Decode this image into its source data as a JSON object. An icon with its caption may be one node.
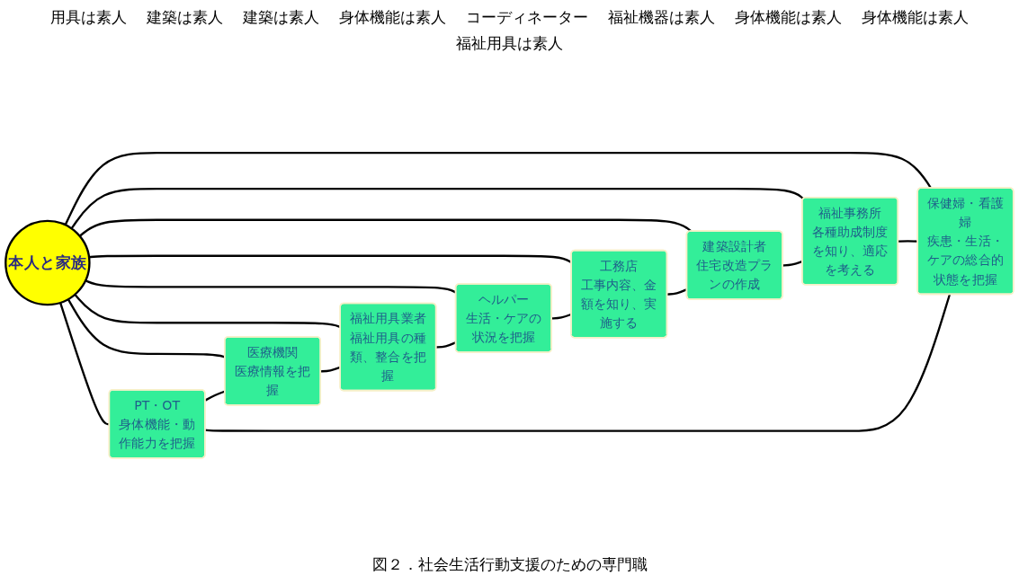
{
  "diagram": {
    "caption": "図２．社会生活行動支援のための専門職",
    "nodes": [
      {
        "text": [
          "本人と家族"
        ]
      },
      {
        "text": [
          "PT・OT",
          "身体機能・動作能力を把握"
        ]
      },
      {
        "text": [
          "医療機関",
          "医療情報を把握"
        ]
      },
      {
        "text": [
          "保健婦・看護婦",
          "疾患・生活・ケアの総合的状態を把握"
        ]
      },
      {
        "text": [
          "福祉用具業者",
          "福祉用具の種類、整合を把握"
        ]
      },
      {
        "text": [
          "福祉事務所",
          "各種助成制度を知り、適応を考える"
        ]
      },
      {
        "text": [
          "ヘルパー",
          "生活・ケアの状況を把握"
        ]
      },
      {
        "text": [
          "建築設計者",
          "住宅改造プランの作成"
        ]
      },
      {
        "text": [
          "工務店",
          "工事内容、金額を知り、実施する"
        ]
      }
    ],
    "edges": [
      {
        "from": 0,
        "to": 1,
        "arrow": "none"
      },
      {
        "from": 0,
        "to": 2,
        "arrow": "none"
      },
      {
        "from": 0,
        "to": 3,
        "arrow": "none"
      },
      {
        "from": 0,
        "to": 4,
        "arrow": "none"
      },
      {
        "from": 0,
        "to": 5,
        "arrow": "none"
      },
      {
        "from": 0,
        "to": 6,
        "arrow": "none"
      },
      {
        "from": 0,
        "to": 7,
        "arrow": "none"
      },
      {
        "from": 0,
        "to": 8,
        "arrow": "none"
      },
      {
        "from": 1,
        "to": 2,
        "arrow": "none"
      },
      {
        "from": 2,
        "to": 4,
        "arrow": "none"
      },
      {
        "from": 4,
        "to": 6,
        "arrow": "none"
      },
      {
        "from": 6,
        "to": 8,
        "arrow": "none"
      },
      {
        "from": 8,
        "to": 7,
        "arrow": "none"
      },
      {
        "from": 7,
        "to": 5,
        "arrow": "none"
      },
      {
        "from": 5,
        "to": 3,
        "arrow": "none"
      },
      {
        "from": 3,
        "to": 1,
        "arrow": "none"
      }
    ],
    "labels": [
      "用具は素人",
      "建築は素人",
      "建築は素人",
      "身体機能は素人",
      "コーディネーター",
      "福祉機器は素人",
      "身体機能は素人",
      "身体機能は素人",
      "福祉用具は素人"
    ]
  }
}
